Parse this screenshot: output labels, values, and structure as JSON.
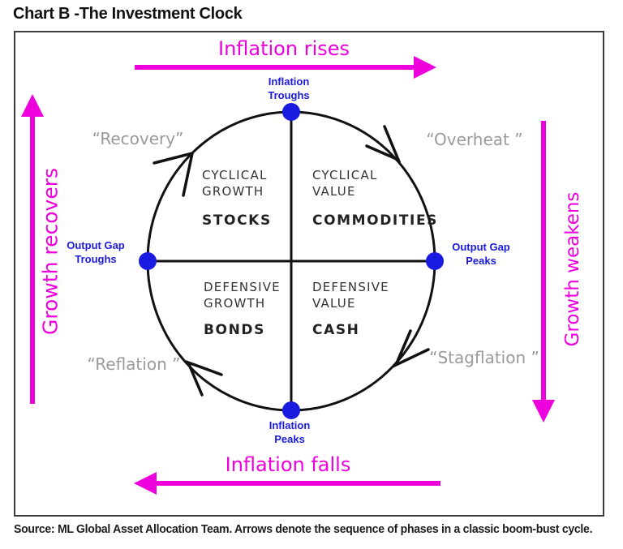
{
  "title": "Chart B -The Investment Clock",
  "colors": {
    "arrow_magenta": "#ee00dd",
    "point_blue": "#1a1ae0",
    "phase_gray": "#9a9a9a",
    "line_black": "#111111"
  },
  "edge_arrows": {
    "top": {
      "label": "Inflation rises",
      "direction": "right"
    },
    "bottom": {
      "label": "Inflation falls",
      "direction": "left"
    },
    "left": {
      "label": "Growth recovers",
      "direction": "up"
    },
    "right": {
      "label": "Growth weakens",
      "direction": "down"
    }
  },
  "clock_points": {
    "top": {
      "line1": "Inflation",
      "line2": "Troughs"
    },
    "bottom": {
      "line1": "Inflation",
      "line2": "Peaks"
    },
    "left": {
      "line1": "Output Gap",
      "line2": "Troughs"
    },
    "right": {
      "line1": "Output Gap",
      "line2": "Peaks"
    }
  },
  "phases": {
    "recovery": "“Recovery”",
    "overheat": "“Overheat ”",
    "reflation": "“Reflation ”",
    "stagflation": "“Stagflation ”"
  },
  "quadrants": {
    "top_left": {
      "style": "CYCLICAL",
      "tilt": "GROWTH",
      "asset": "STOCKS"
    },
    "top_right": {
      "style": "CYCLICAL",
      "tilt": "VALUE",
      "asset": "COMMODITIES"
    },
    "bottom_left": {
      "style": "DEFENSIVE",
      "tilt": "GROWTH",
      "asset": "BONDS"
    },
    "bottom_right": {
      "style": "DEFENSIVE",
      "tilt": "VALUE",
      "asset": "CASH"
    }
  },
  "source": "Source: ML Global Asset Allocation Team. Arrows denote the sequence of phases in a classic boom-bust cycle."
}
